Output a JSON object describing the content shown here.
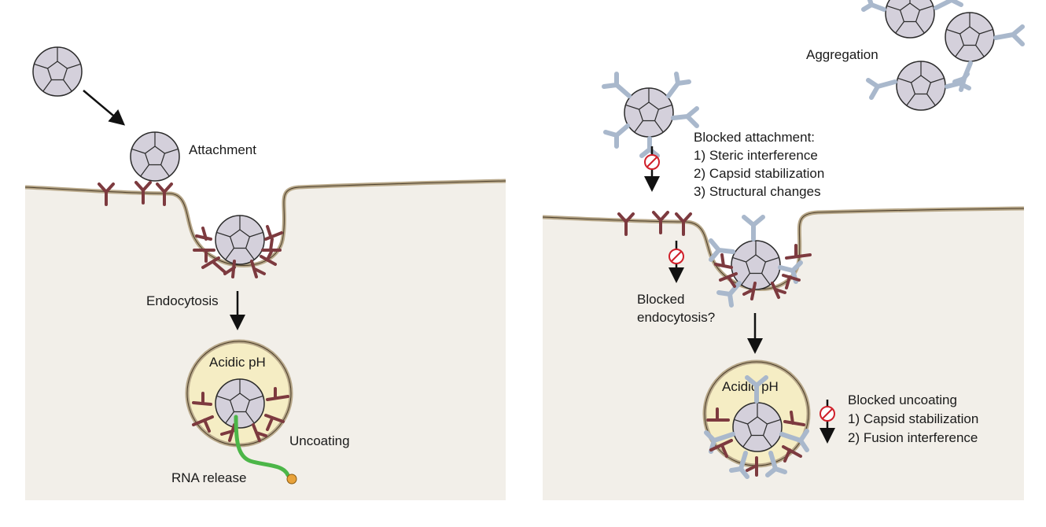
{
  "left_panel": {
    "attachment": "Attachment",
    "endocytosis": "Endocytosis",
    "acidic_ph": "Acidic pH",
    "uncoating": "Uncoating",
    "rna_release": "RNA release"
  },
  "right_panel": {
    "aggregation": "Aggregation",
    "blocked_attachment": {
      "title": "Blocked attachment:",
      "items": [
        "1) Steric interference",
        "2) Capsid stabilization",
        "3) Structural changes"
      ]
    },
    "blocked_endocytosis": {
      "line1": "Blocked",
      "line2": "endocytosis?"
    },
    "acidic_ph": "Acidic pH",
    "blocked_uncoating": {
      "title": "Blocked uncoating",
      "items": [
        "1) Capsid stabilization",
        "2) Fusion interference"
      ]
    }
  },
  "colors": {
    "cell": "#f2efe9",
    "membrane": "#b8a88a",
    "receptor": "#7d3a3f",
    "antibody": "#a9b8cc",
    "capsid": "#d4d0db",
    "endosome": "#f5edc4",
    "rna": "#4cb648",
    "rna_cap": "#e8a23a",
    "blocked": "#d0202a"
  },
  "icons": [
    "virus-capsid-icon",
    "receptor-icon",
    "antibody-icon",
    "blocked-icon",
    "arrow-icon"
  ]
}
